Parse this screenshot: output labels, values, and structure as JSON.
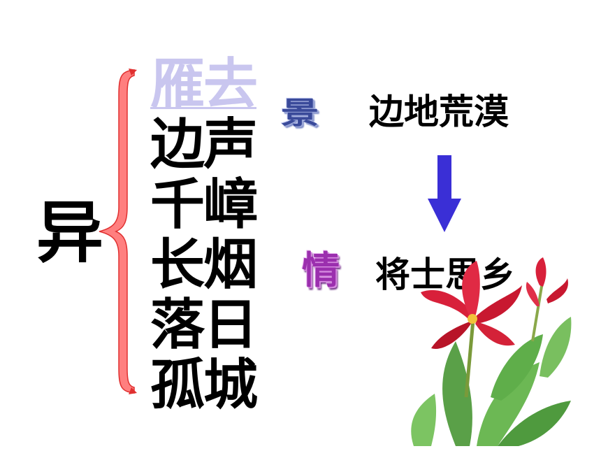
{
  "main_char": "异",
  "list_items": [
    "雁去",
    "边声",
    "千嶂",
    "长烟",
    "落日",
    "孤城"
  ],
  "tags": {
    "jing": "景",
    "qing": "情"
  },
  "phrases": {
    "top": "边地荒漠",
    "bottom": "将士思乡"
  },
  "colors": {
    "brace_fill": "#ff7f7f",
    "brace_stroke": "#e03030",
    "first_item": "#c9c6ef",
    "arrow": "#3a2fd6",
    "jing_tag": "#3a4a9a",
    "qing_tag": "#9b2fae"
  },
  "icons": {
    "arrow": "arrow-down-icon",
    "flower": "red-flower-illustration"
  }
}
